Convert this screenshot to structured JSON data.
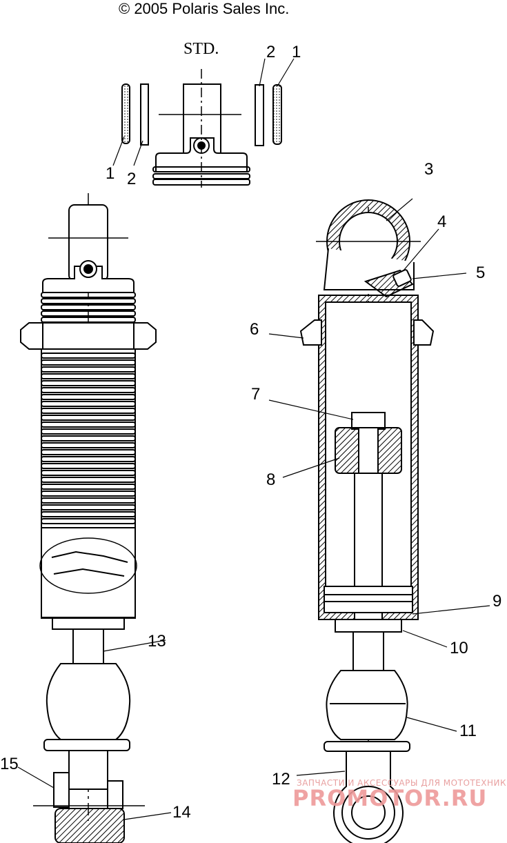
{
  "copyright": "© 2005 Polaris Sales Inc.",
  "std_label": "STD.",
  "callouts": {
    "c1a": "1",
    "c2a": "2",
    "c2b": "2",
    "c1b": "1",
    "c3": "3",
    "c4": "4",
    "c5": "5",
    "c6": "6",
    "c7": "7",
    "c8": "8",
    "c9": "9",
    "c10": "10",
    "c11": "11",
    "c12": "12",
    "c13": "13",
    "c14": "14",
    "c15": "15"
  },
  "watermark": {
    "tagline": "ЗАПЧАСТИ И АКСЕССУАРЫ ДЛЯ МОТОТЕХНИКИ",
    "logo": "PROMOTOR.RU"
  }
}
